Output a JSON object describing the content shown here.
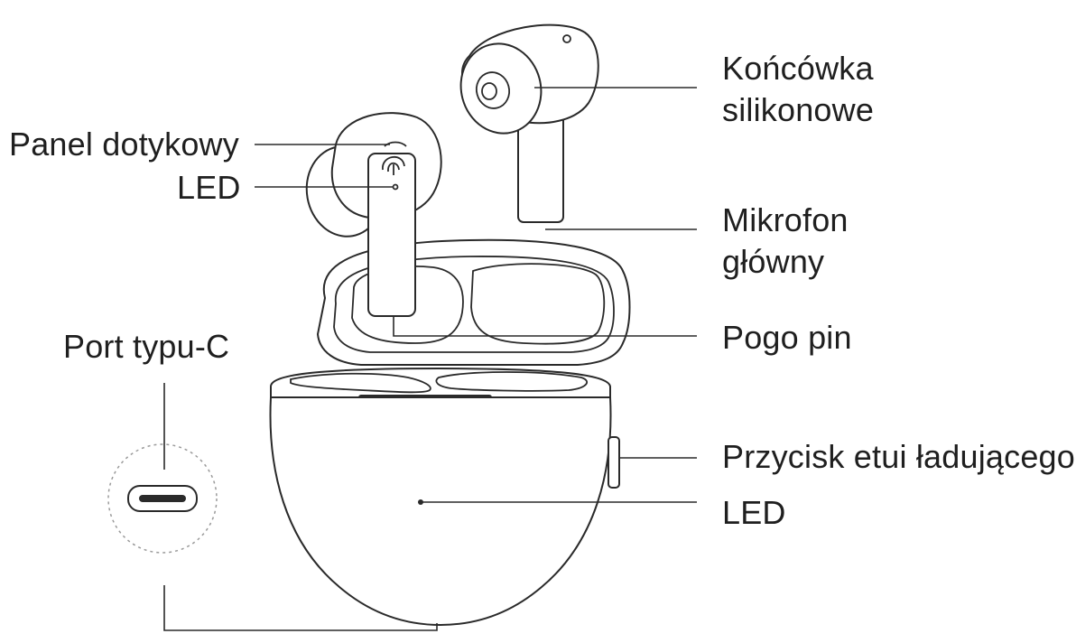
{
  "labels": {
    "touch_panel": "Panel dotykowy",
    "led_top": "LED",
    "ear_tips_line1": "Końcówka",
    "ear_tips_line2": "silikonowe",
    "mic_line1": "Mikrofon",
    "mic_line2": "główny",
    "pogo_pin": "Pogo pin",
    "usb_port": "Port typu-C",
    "case_button": "Przycisk etui ładującego",
    "led_case": "LED"
  }
}
